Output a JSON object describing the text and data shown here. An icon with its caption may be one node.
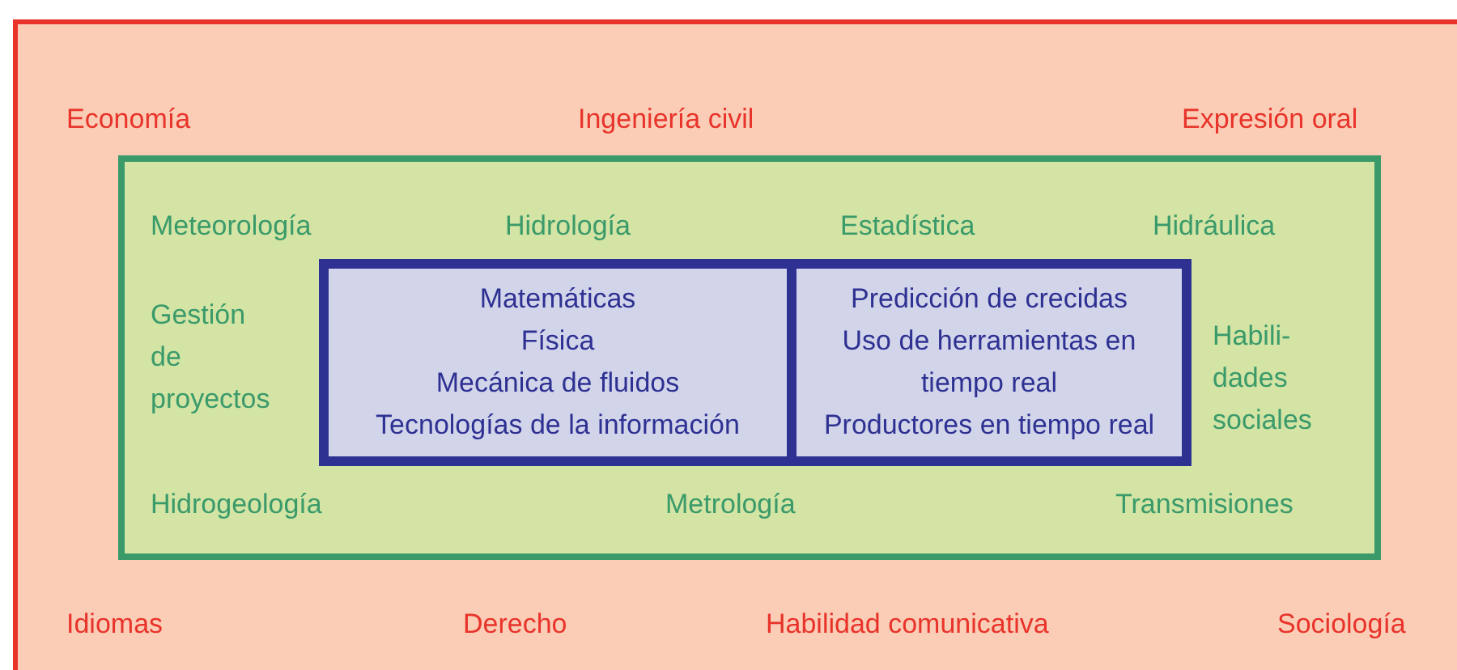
{
  "diagram": {
    "nodes": [
      {
        "text": [
          "Economía",
          "Ingeniería civil",
          "Expresión oral",
          "Idiomas",
          "Derecho",
          "Habilidad comunicativa",
          "Sociología"
        ]
      },
      {
        "text": [
          "Meteorología",
          "Hidrología",
          "Estadística",
          "Hidráulica",
          "Gestión de proyectos",
          "Habili- dades sociales",
          "Hidrogeología",
          "Metrología",
          "Transmisiones"
        ],
        "in": 0
      },
      {
        "text": [],
        "shape": "box",
        "in": 1
      },
      {
        "text": [
          "Matemáticas",
          "Física",
          "Mecánica de fluidos",
          "Tecnologías de la información"
        ],
        "in": 2
      },
      {
        "text": [
          "Predicción de crecidas",
          "Uso de herramientas en tiempo real",
          "Productores en tiempo real"
        ],
        "in": 2
      }
    ],
    "edges": []
  }
}
